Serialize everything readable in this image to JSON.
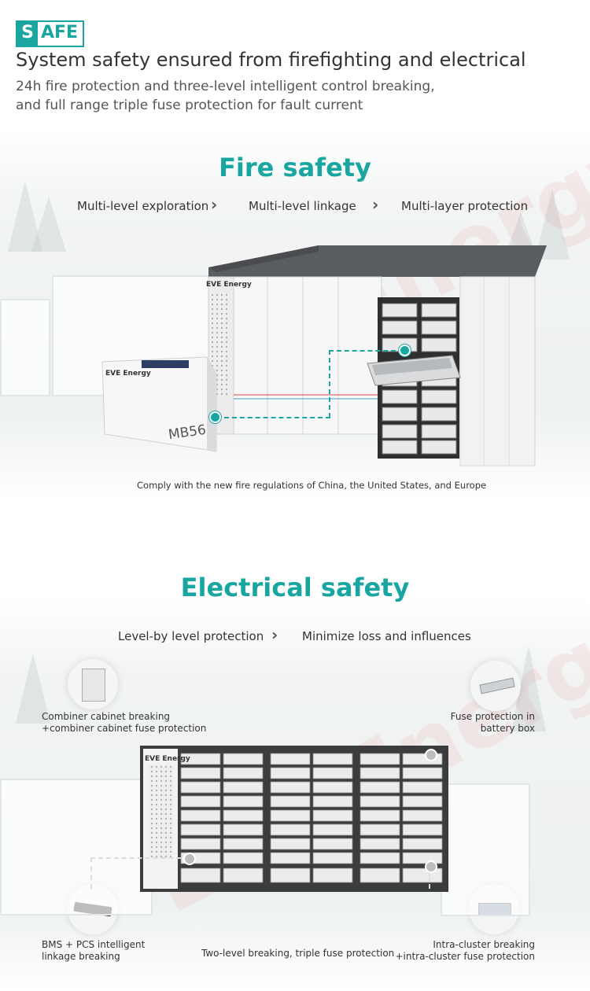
{
  "header": {
    "badge_initial": "S",
    "badge_rest": "AFE",
    "headline": "System safety ensured from firefighting and electrical",
    "subline1": "24h fire protection and three-level intelligent control breaking,",
    "subline2": "and full range triple fuse protection for fault current"
  },
  "fire": {
    "title": "Fire safety",
    "steps": [
      "Multi-level exploration",
      "Multi-level linkage",
      "Multi-layer protection"
    ],
    "battery_brand": "EVE Energy",
    "battery_model": "MB56",
    "caption": "Comply with the new fire regulations of China, the United States, and Europe"
  },
  "electrical": {
    "title": "Electrical safety",
    "steps": [
      "Level-by level protection",
      "Minimize loss and influences"
    ],
    "cabinet_brand": "EVE Energy",
    "labels": {
      "combiner_line1": "Combiner cabinet breaking",
      "combiner_line2": "+combiner cabinet fuse protection",
      "fuse_line1": "Fuse protection in",
      "fuse_line2": "battery box",
      "bms_line1": "BMS + PCS intelligent",
      "bms_line2": "linkage breaking",
      "two_level": "Two-level breaking, triple fuse protection",
      "intra_line1": "Intra-cluster breaking",
      "intra_line2": "+intra-cluster fuse protection"
    }
  },
  "watermark": "EVE Energy",
  "colors": {
    "accent": "#1aa6a0",
    "dark": "#333333",
    "watermark": "#dc3c3c"
  },
  "icons": {
    "chevron": "chevron-right-icon"
  }
}
